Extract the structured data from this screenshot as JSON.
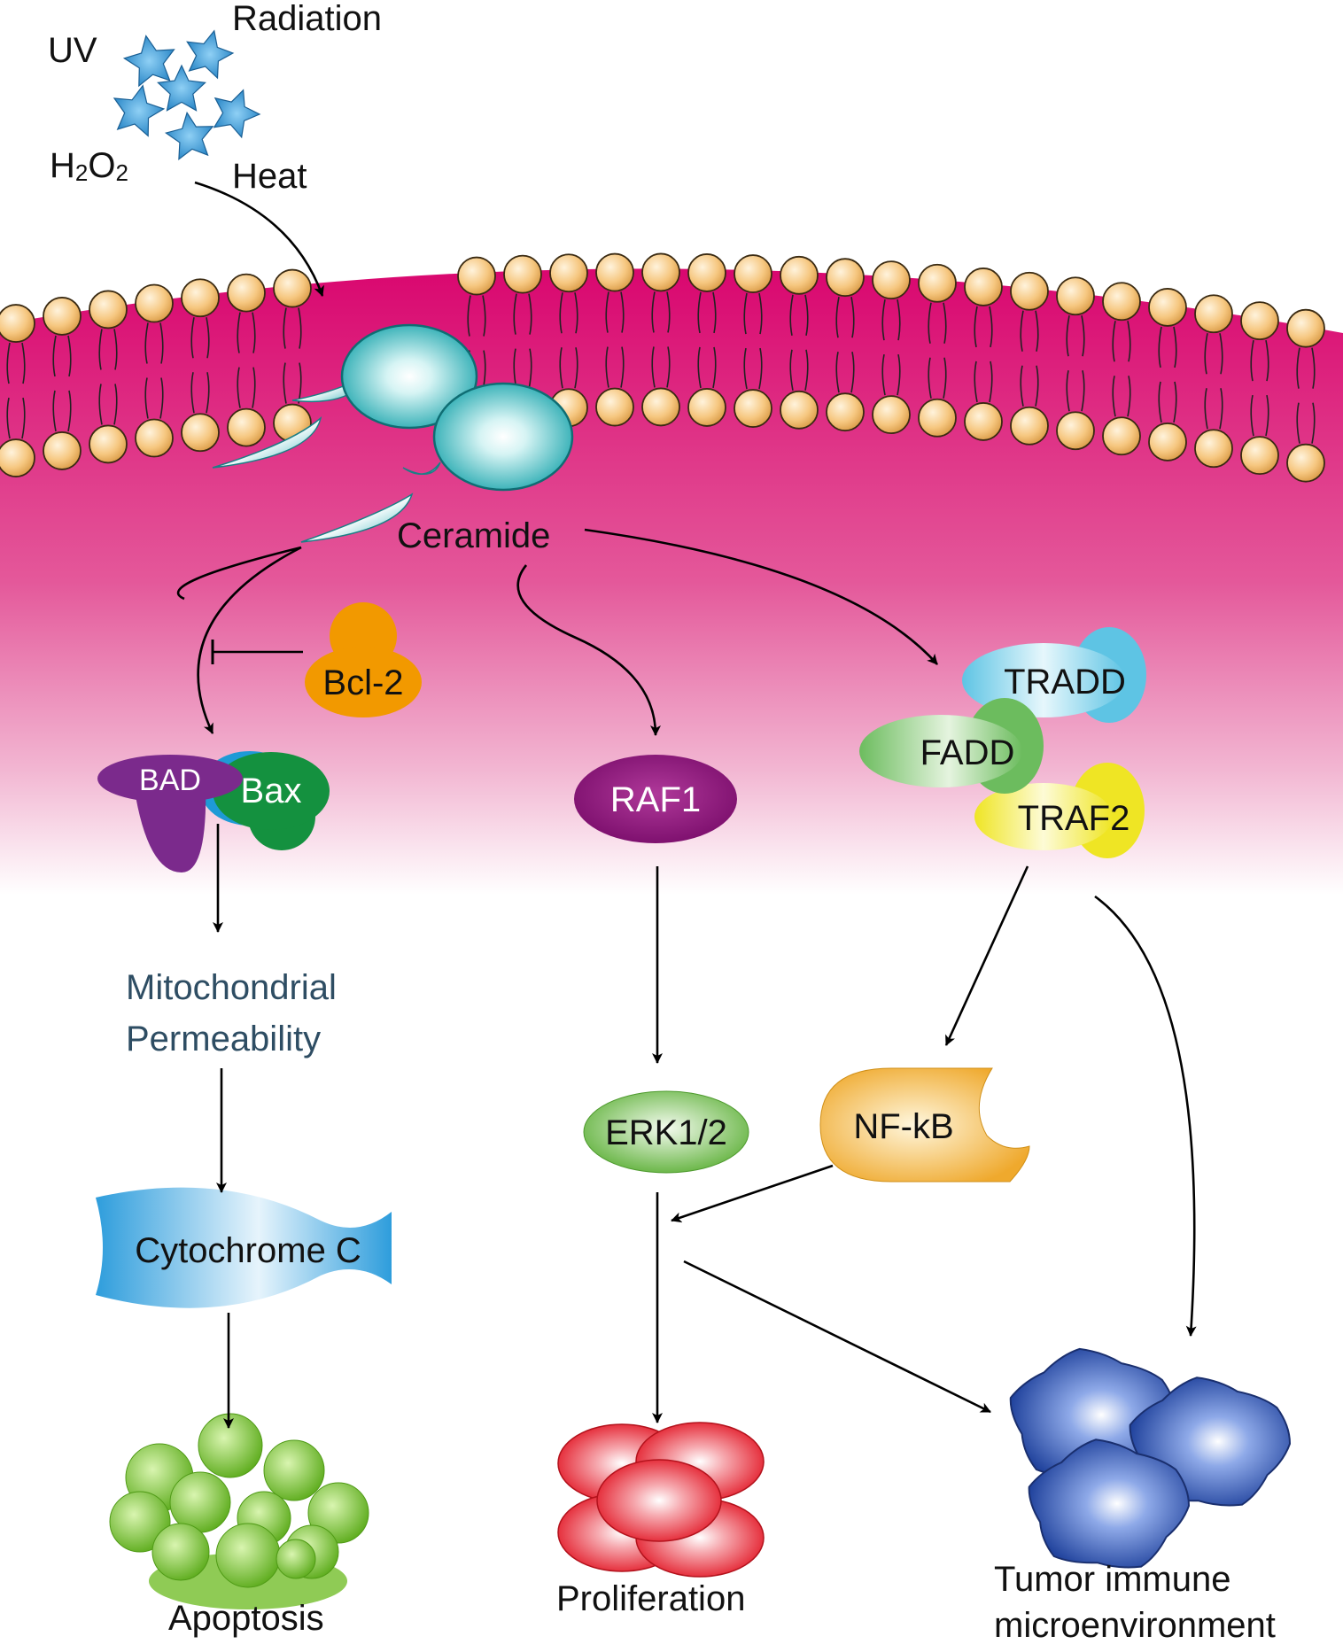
{
  "stimuli": {
    "uv": "UV",
    "radiation": "Radiation",
    "h2o2_main": "H",
    "h2o2_sub1": "2",
    "h2o2_mid": "O",
    "h2o2_sub2": "2",
    "heat": "Heat"
  },
  "membrane": {
    "ceramide": "Ceramide"
  },
  "proteins": {
    "bcl2": "Bcl-2",
    "bad": "BAD",
    "bax": "Bax",
    "raf1": "RAF1",
    "tradd": "TRADD",
    "fadd": "FADD",
    "traf2": "TRAF2",
    "erk": "ERK1/2",
    "nfkb": "NF-kB",
    "cytochrome": "Cytochrome C"
  },
  "processes": {
    "mito_line1": "Mitochondrial",
    "mito_line2": "Permeability",
    "apoptosis": "Apoptosis",
    "proliferation": "Proliferation",
    "tumor_line1": "Tumor immune",
    "tumor_line2": "microenvironment"
  },
  "colors": {
    "membrane": "#e0337f",
    "lipid_head": "#f6c780",
    "channel": "#29aeb4",
    "bcl2": "#f29900",
    "bad": "#7b2a8c",
    "bax": "#14913f",
    "raf1": "#8a0f78",
    "tradd": "#5ec4e4",
    "fadd": "#6cbc5e",
    "traf2": "#efe524",
    "erk": "#6cbc3c",
    "nfkb": "#f3b43b",
    "cytochrome": "#3aa7df",
    "mito_text": "#2e4d63",
    "apoptosis_cells": "#72c12c",
    "proliferation_cells": "#e8202f",
    "tumor_cells": "#2c4fae"
  }
}
